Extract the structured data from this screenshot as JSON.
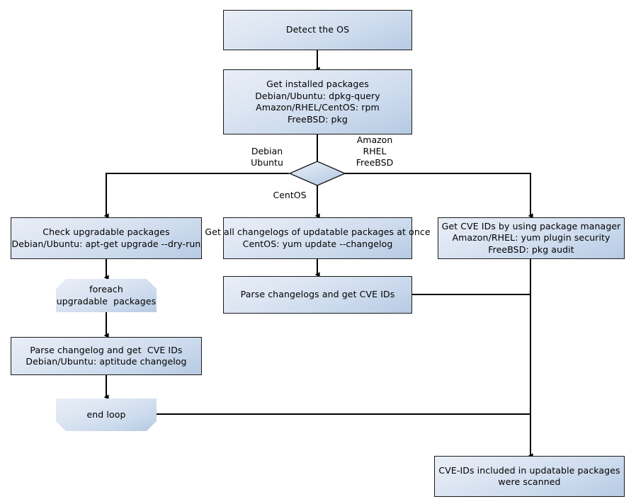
{
  "diagram": {
    "title": "Vuls scan flow: detect OS, gather packages, resolve CVE IDs",
    "colors": {
      "node_fill_light": "#e9eef7",
      "node_fill_dark": "#b7cae3",
      "stroke": "#1a1a1a",
      "text": "#000000",
      "background": "#ffffff"
    },
    "nodes": [
      {
        "id": "detect-os",
        "shape": "process",
        "text": "Detect the OS"
      },
      {
        "id": "get-installed-packages",
        "shape": "process",
        "text": "Get installed packages\nDebian/Ubuntu: dpkg-query\nAmazon/RHEL/CentOS: rpm\nFreeBSD: pkg"
      },
      {
        "id": "os-decision",
        "shape": "decision",
        "text": ""
      },
      {
        "id": "check-upgradable-packages",
        "shape": "process",
        "text": "Check upgradable packages\nDebian/Ubuntu: apt-get upgrade --dry-run"
      },
      {
        "id": "get-all-changelogs",
        "shape": "process",
        "text": "Get all changelogs of updatable packages at once\nCentOS: yum update --changelog"
      },
      {
        "id": "get-cve-ids-package-manager",
        "shape": "process",
        "text": "Get CVE IDs by using package manager\nAmazon/RHEL: yum plugin security\nFreeBSD: pkg audit"
      },
      {
        "id": "foreach-upgradable-packages",
        "shape": "loop-start",
        "text": "foreach\nupgradable  packages"
      },
      {
        "id": "parse-changelogs-cve-ids",
        "shape": "process",
        "text": "Parse changelogs and get CVE IDs"
      },
      {
        "id": "parse-changelog-cve-ids",
        "shape": "process",
        "text": "Parse changelog and get  CVE IDs\nDebian/Ubuntu: aptitude changelog"
      },
      {
        "id": "end-loop",
        "shape": "loop-end",
        "text": "end loop"
      },
      {
        "id": "scan-result",
        "shape": "process",
        "text": "CVE-IDs included in updatable packages\nwere scanned"
      }
    ],
    "edge_labels": [
      {
        "id": "branch-debian-ubuntu",
        "text": "Debian\nUbuntu"
      },
      {
        "id": "branch-amazon-rhel-freebsd",
        "text": "Amazon\nRHEL\nFreeBSD"
      },
      {
        "id": "branch-centos",
        "text": "CentOS"
      }
    ]
  }
}
